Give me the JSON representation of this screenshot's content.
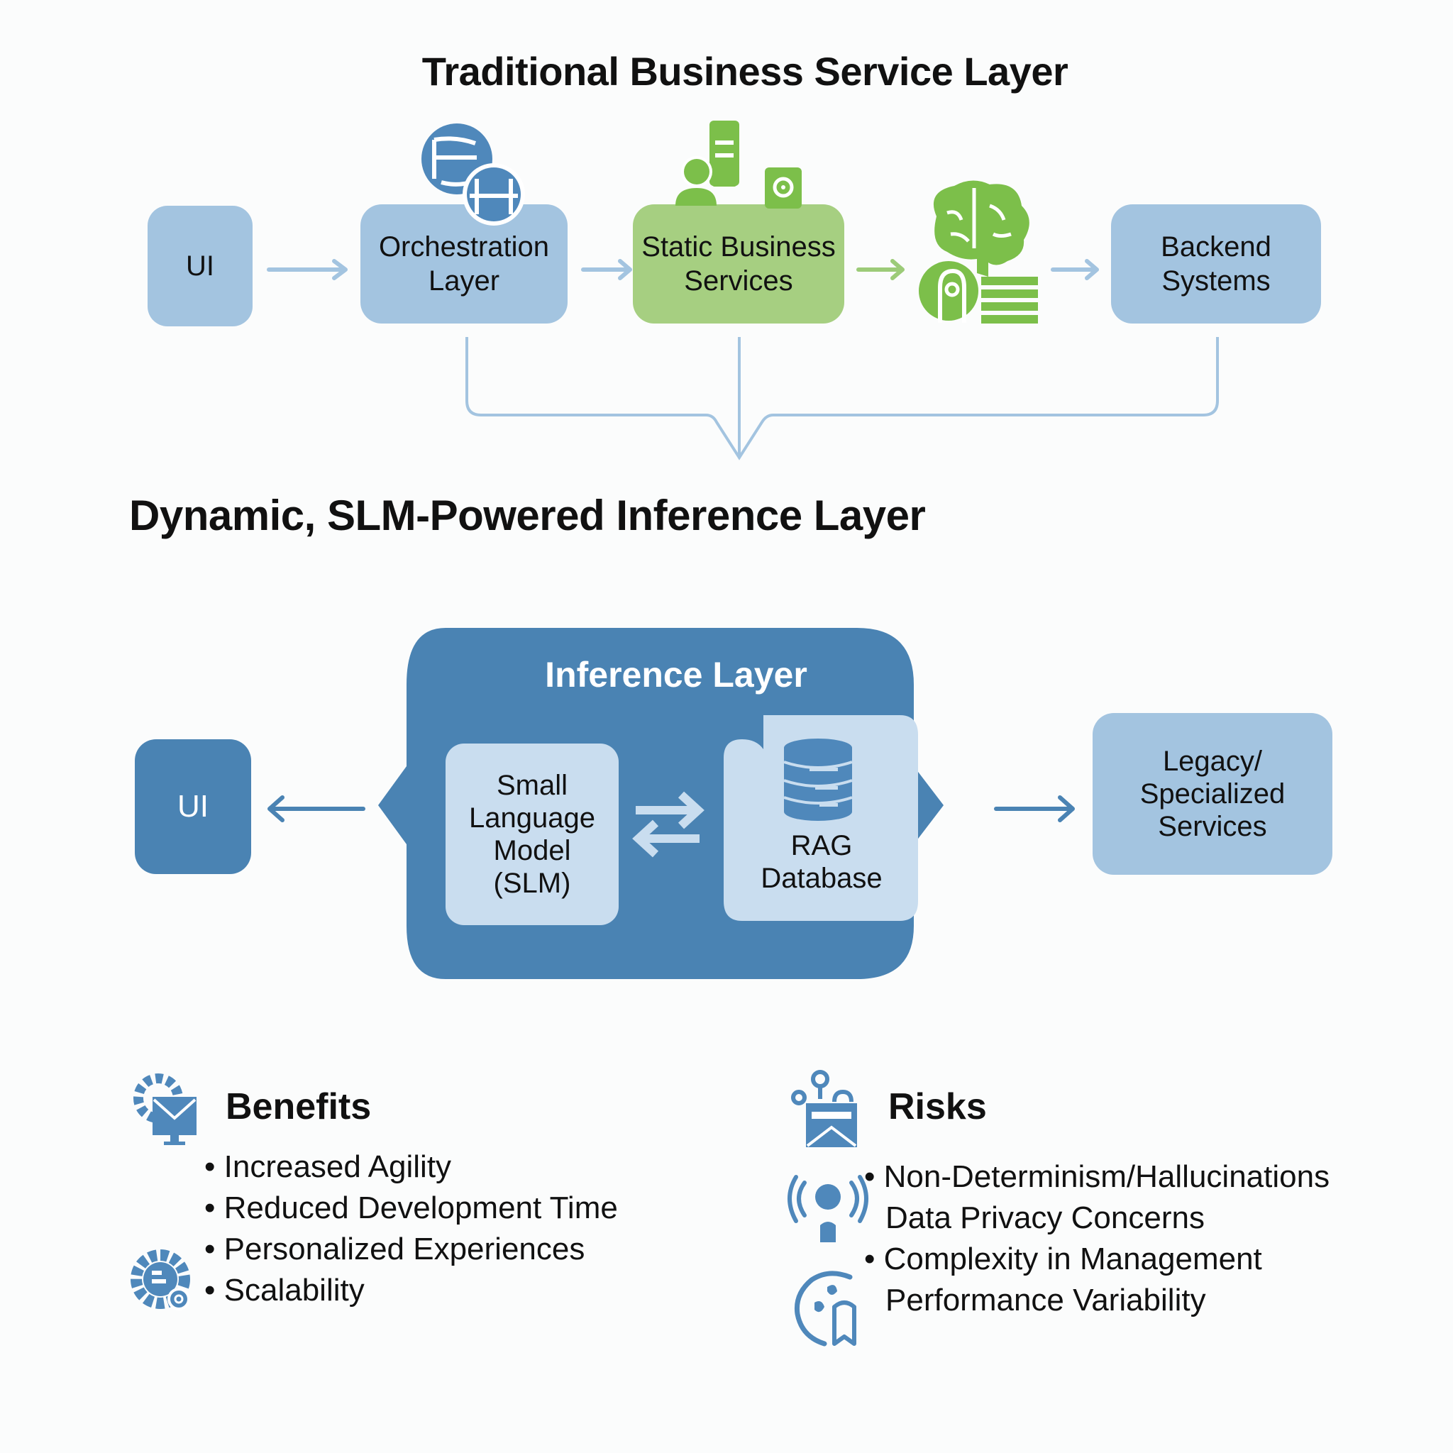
{
  "top_section": {
    "title": "Traditional Business Service Layer",
    "nodes": [
      {
        "id": "ui",
        "label": "UI"
      },
      {
        "id": "orchestration",
        "label_line1": "Orchestration",
        "label_line2": "Layer"
      },
      {
        "id": "static",
        "label_line1": "Static Business",
        "label_line2": "Services"
      },
      {
        "id": "ai-brain",
        "icon": "brain-chip-icon"
      },
      {
        "id": "backend",
        "label_line1": "Backend",
        "label_line2": "Systems"
      }
    ],
    "icons": {
      "orchestration": "linked-globes-icon",
      "static": "user-document-gear-icon",
      "brain": "brain-chip-icon"
    }
  },
  "middle_section": {
    "title": "Dynamic, SLM-Powered Inference Layer",
    "ui_label": "UI",
    "inference_title": "Inference Layer",
    "slm": {
      "line1": "Small",
      "line2": "Language",
      "line3": "Model",
      "line4": "(SLM)"
    },
    "rag": {
      "line1": "RAG",
      "line2": "Database"
    },
    "legacy": {
      "line1": "Legacy/",
      "line2": "Specialized",
      "line3": "Services"
    }
  },
  "benefits": {
    "heading": "Benefits",
    "items": [
      "Increased Agility",
      "Reduced Development Time",
      "Personalized Experiences",
      "Scalability"
    ]
  },
  "risks": {
    "heading": "Risks",
    "items": [
      {
        "text": "Non-Determinism/Hallucinations",
        "bullet": true
      },
      {
        "text": "Data Privacy Concerns",
        "bullet": false
      },
      {
        "text": "Complexity in Management",
        "bullet": true
      },
      {
        "text": "Performance Variability",
        "bullet": false
      }
    ]
  },
  "colors": {
    "light_blue": "#a3c4e0",
    "dark_blue": "#4a83b3",
    "green": "#a6cf81",
    "green_icon": "#7cbf4a",
    "pale_blue": "#c9ddef",
    "icon_blue": "#4f88bb"
  }
}
